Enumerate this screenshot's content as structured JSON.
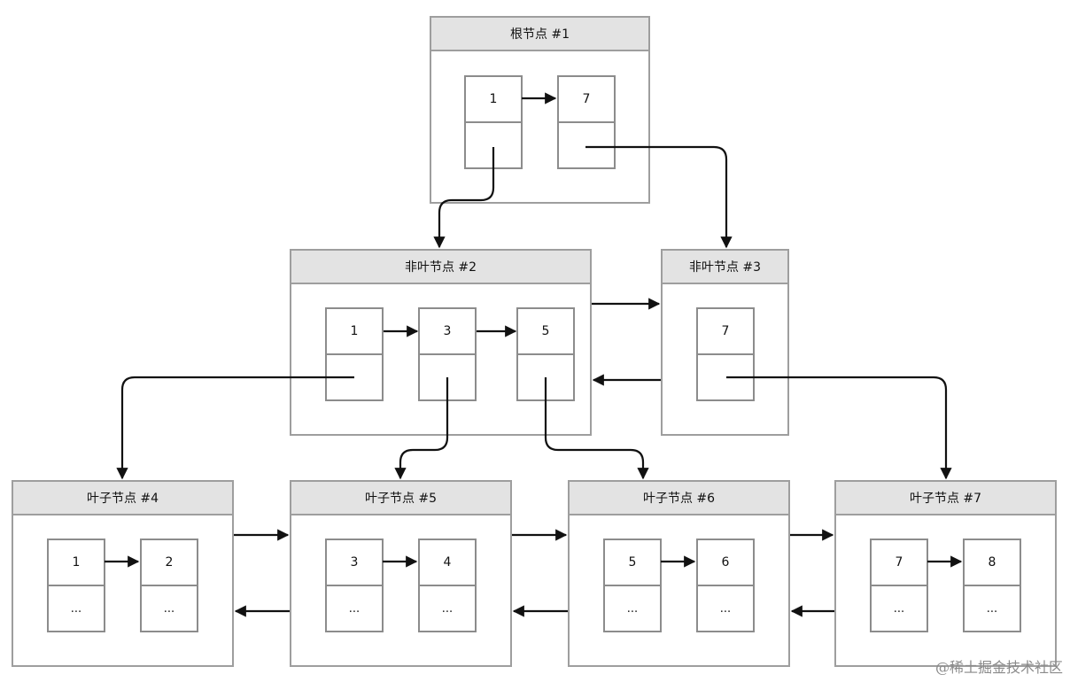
{
  "diagram": {
    "nodes": [
      {
        "id": "n1",
        "title": "根节点 #1",
        "cells": [
          {
            "key": "1",
            "ptr": ""
          },
          {
            "key": "7",
            "ptr": ""
          }
        ]
      },
      {
        "id": "n2",
        "title": "非叶节点 #2",
        "cells": [
          {
            "key": "1",
            "ptr": ""
          },
          {
            "key": "3",
            "ptr": ""
          },
          {
            "key": "5",
            "ptr": ""
          }
        ]
      },
      {
        "id": "n3",
        "title": "非叶节点 #3",
        "cells": [
          {
            "key": "7",
            "ptr": ""
          }
        ]
      },
      {
        "id": "n4",
        "title": "叶子节点 #4",
        "cells": [
          {
            "key": "1",
            "ptr": "..."
          },
          {
            "key": "2",
            "ptr": "..."
          }
        ]
      },
      {
        "id": "n5",
        "title": "叶子节点 #5",
        "cells": [
          {
            "key": "3",
            "ptr": "..."
          },
          {
            "key": "4",
            "ptr": "..."
          }
        ]
      },
      {
        "id": "n6",
        "title": "叶子节点 #6",
        "cells": [
          {
            "key": "5",
            "ptr": "..."
          },
          {
            "key": "6",
            "ptr": "..."
          }
        ]
      },
      {
        "id": "n7",
        "title": "叶子节点 #7",
        "cells": [
          {
            "key": "7",
            "ptr": "..."
          },
          {
            "key": "8",
            "ptr": "..."
          }
        ]
      }
    ],
    "edges": [
      {
        "from": "n1.c0.ptr",
        "to": "n2"
      },
      {
        "from": "n1.c1.ptr",
        "to": "n3"
      },
      {
        "from": "n2",
        "to": "n3"
      },
      {
        "from": "n3",
        "to": "n2"
      },
      {
        "from": "n2.c0.ptr",
        "to": "n4"
      },
      {
        "from": "n2.c1.ptr",
        "to": "n5"
      },
      {
        "from": "n2.c2.ptr",
        "to": "n6"
      },
      {
        "from": "n3.c0.ptr",
        "to": "n7"
      },
      {
        "from": "n4",
        "to": "n5"
      },
      {
        "from": "n5",
        "to": "n4"
      },
      {
        "from": "n5",
        "to": "n6"
      },
      {
        "from": "n6",
        "to": "n5"
      },
      {
        "from": "n6",
        "to": "n7"
      },
      {
        "from": "n7",
        "to": "n6"
      }
    ]
  },
  "watermark": "@稀土掘金技术社区",
  "colors": {
    "border": "#9e9e9e",
    "header": "#e3e3e3",
    "arrow": "#111111"
  }
}
